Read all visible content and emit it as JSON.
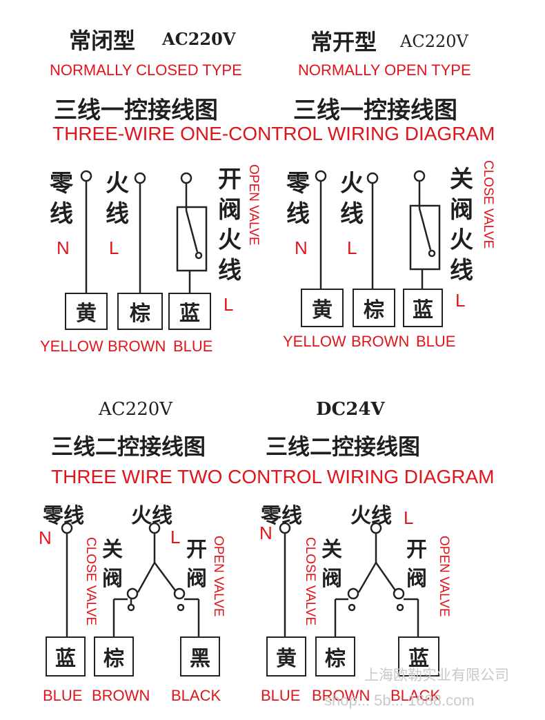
{
  "top": {
    "left": {
      "title_cn": "常闭型",
      "voltage": "AC220V",
      "title_en": "NORMALLY CLOSED TYPE",
      "wiring_cn": "三线一控接线图",
      "neutral_cn": "零\n线",
      "live_cn": "火\n线",
      "valve_cn": "开\n阀\n火\n线",
      "valve_en": "OPEN VALVE",
      "n": "N",
      "l1": "L",
      "l2": "L",
      "box_yellow": "黄",
      "box_brown": "棕",
      "box_blue": "蓝",
      "yellow": "YELLOW",
      "brown": "BROWN",
      "blue": "BLUE"
    },
    "right": {
      "title_cn": "常开型",
      "voltage": "AC220V",
      "title_en": "NORMALLY OPEN TYPE",
      "wiring_cn": "三线一控接线图",
      "neutral_cn": "零\n线",
      "live_cn": "火\n线",
      "valve_cn": "关\n阀\n火\n线",
      "valve_en": "CLOSE VALVE",
      "n": "N",
      "l1": "L",
      "l2": "L",
      "box_yellow": "黄",
      "box_brown": "棕",
      "box_blue": "蓝",
      "yellow": "YELLOW",
      "brown": "BROWN",
      "blue": "BLUE"
    },
    "heading_en": "THREE-WIRE ONE-CONTROL WIRING DIAGRAM"
  },
  "bottom": {
    "left": {
      "voltage": "AC220V",
      "wiring_cn": "三线二控接线图",
      "neutral_cn": "零线",
      "live_cn": "火线",
      "close_cn": "关\n阀",
      "open_cn": "开\n阀",
      "close_en": "CLOSE VALVE",
      "open_en": "OPEN VALVE",
      "n": "N",
      "l": "L",
      "box1": "蓝",
      "box2": "棕",
      "box3": "黑",
      "lbl1": "BLUE",
      "lbl2": "BROWN",
      "lbl3": "BLACK"
    },
    "right": {
      "voltage": "DC24V",
      "wiring_cn": "三线二控接线图",
      "neutral_cn": "零线",
      "live_cn": "火线",
      "close_cn": "关\n阀",
      "open_cn": "开\n阀",
      "close_en": "CLOSE VALVE",
      "open_en": "OPEN VALVE",
      "n": "N",
      "l": "L",
      "box1": "黄",
      "box2": "棕",
      "box3": "蓝",
      "lbl1": "BLUE",
      "lbl2": "BROWN",
      "lbl3": "BLACK"
    },
    "heading_en": "THREE WIRE TWO CONTROL WIRING DIAGRAM"
  },
  "watermark": {
    "company": "上海欧勒实业有限公司",
    "url": "shop... 5b... 1688.com"
  }
}
